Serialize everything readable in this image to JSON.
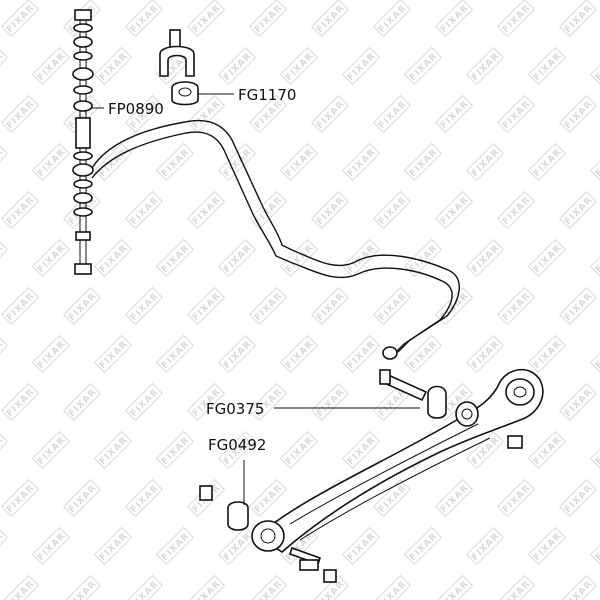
{
  "watermark": {
    "text": "FIXAR"
  },
  "callouts": [
    {
      "id": "fp0890",
      "code": "FP0890"
    },
    {
      "id": "fg1170",
      "code": "FG1170"
    },
    {
      "id": "fg0375",
      "code": "FG0375"
    },
    {
      "id": "fg0492",
      "code": "FG0492"
    }
  ]
}
